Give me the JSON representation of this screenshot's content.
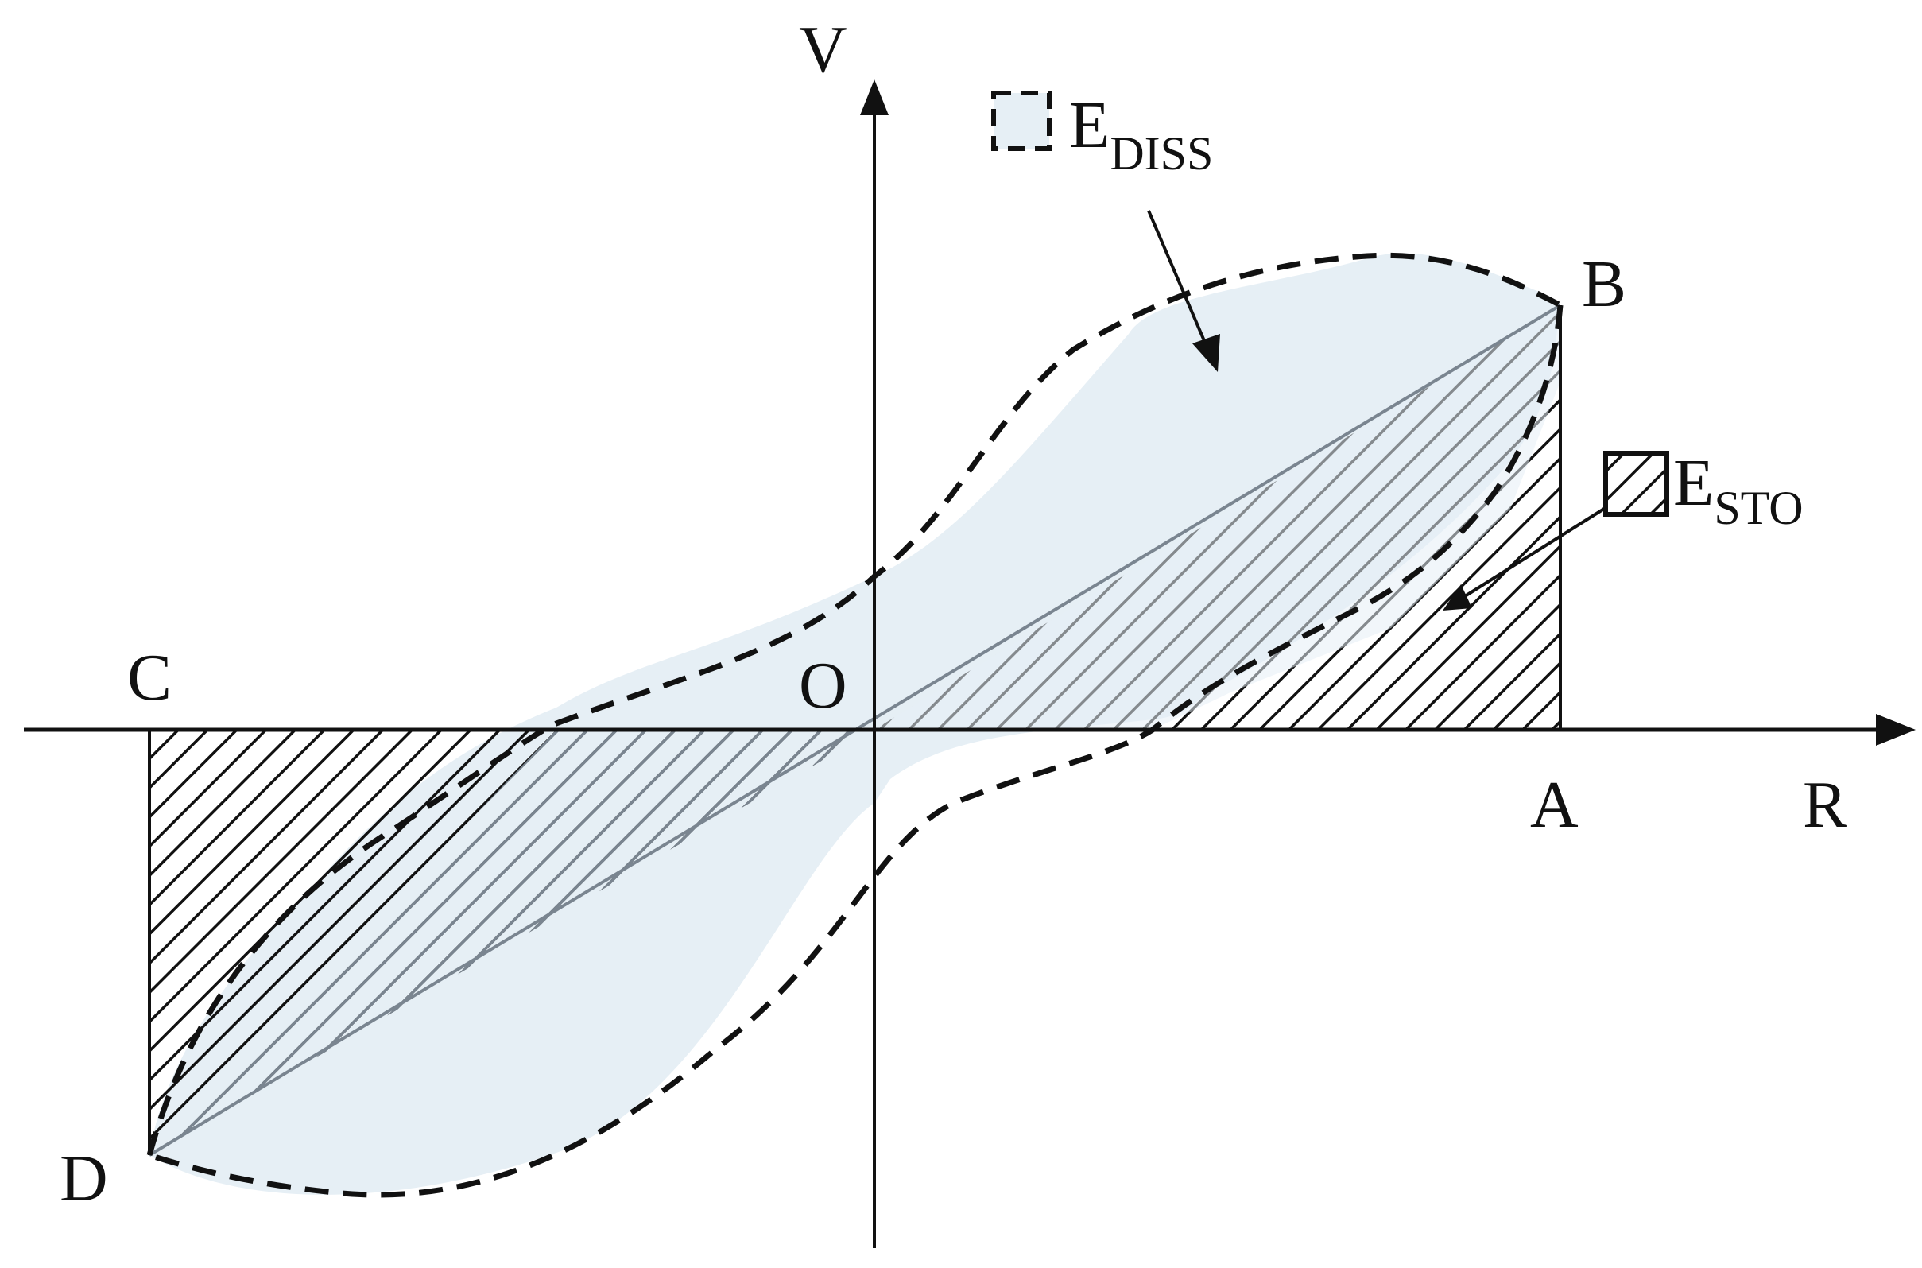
{
  "axes": {
    "vertical_label": "V",
    "horizontal_label": "R",
    "origin_label": "O"
  },
  "points": {
    "a": "A",
    "b": "B",
    "c": "C",
    "d": "D"
  },
  "legend": {
    "dissipated": {
      "main": "E",
      "sub": "DISS"
    },
    "stored": {
      "main": "E",
      "sub": "STO"
    }
  },
  "colors": {
    "loop_fill": "#e6eff5",
    "ink": "#111111",
    "hatch_light": "#7a8590"
  }
}
